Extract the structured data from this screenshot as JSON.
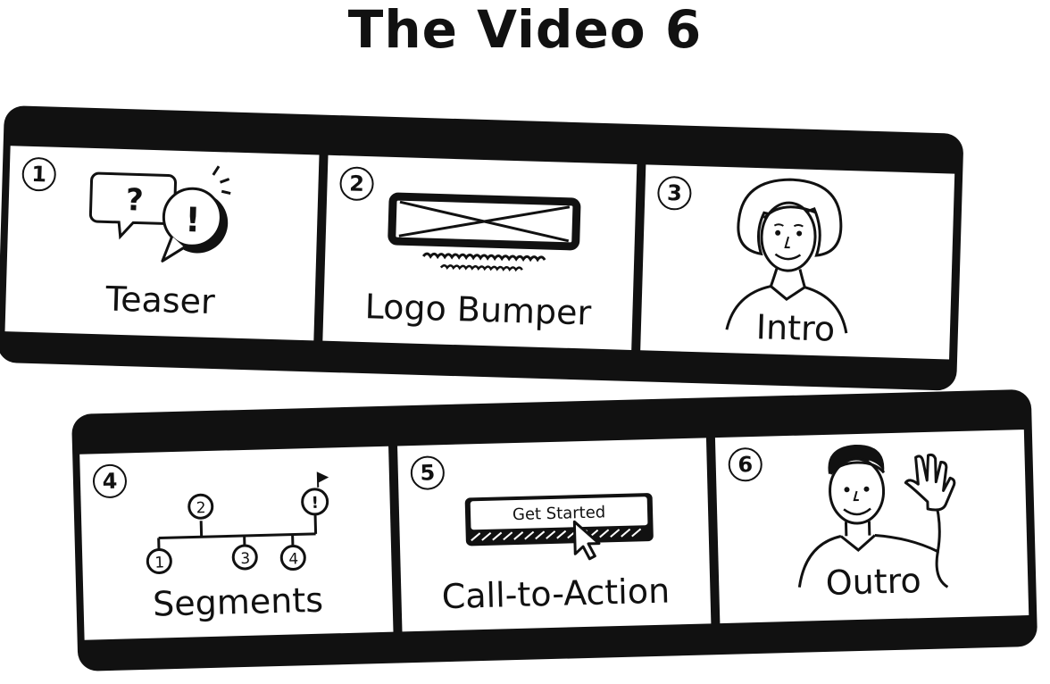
{
  "title": "The Video 6",
  "strips": [
    {
      "frames": [
        {
          "number": "1",
          "label": "Teaser",
          "icon": "speech-bubbles-icon",
          "bubbles": [
            "?",
            "!"
          ]
        },
        {
          "number": "2",
          "label": "Logo Bumper",
          "icon": "logo-placeholder-icon"
        },
        {
          "number": "3",
          "label": "Intro",
          "icon": "woman-presenter-icon"
        }
      ]
    },
    {
      "frames": [
        {
          "number": "4",
          "label": "Segments",
          "icon": "segment-tree-icon",
          "nodes": [
            "1",
            "2",
            "3",
            "4",
            "!"
          ]
        },
        {
          "number": "5",
          "label": "Call-to-Action",
          "icon": "cta-button-icon",
          "button_text": "Get Started"
        },
        {
          "number": "6",
          "label": "Outro",
          "icon": "man-waving-icon"
        }
      ]
    }
  ]
}
